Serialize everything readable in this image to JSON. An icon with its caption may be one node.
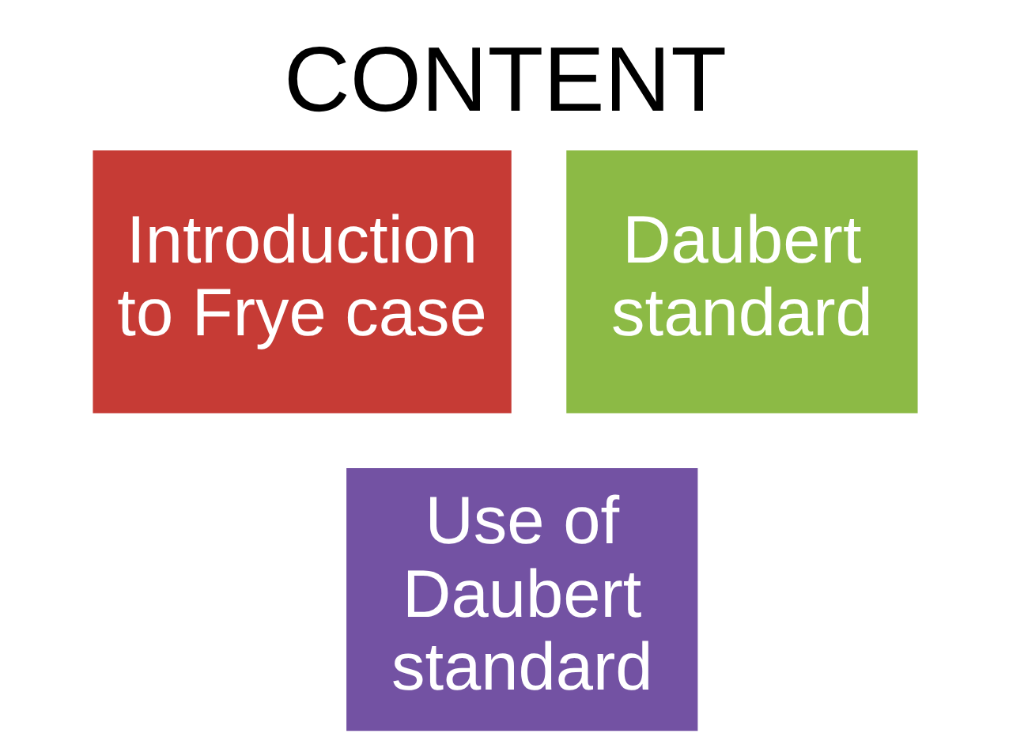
{
  "diagram": {
    "title": "CONTENT",
    "nodes": [
      {
        "text": [
          "Introduction to Frye case"
        ]
      },
      {
        "text": [
          "Daubert standard"
        ]
      },
      {
        "text": [
          "Use of Daubert standard"
        ]
      }
    ]
  }
}
